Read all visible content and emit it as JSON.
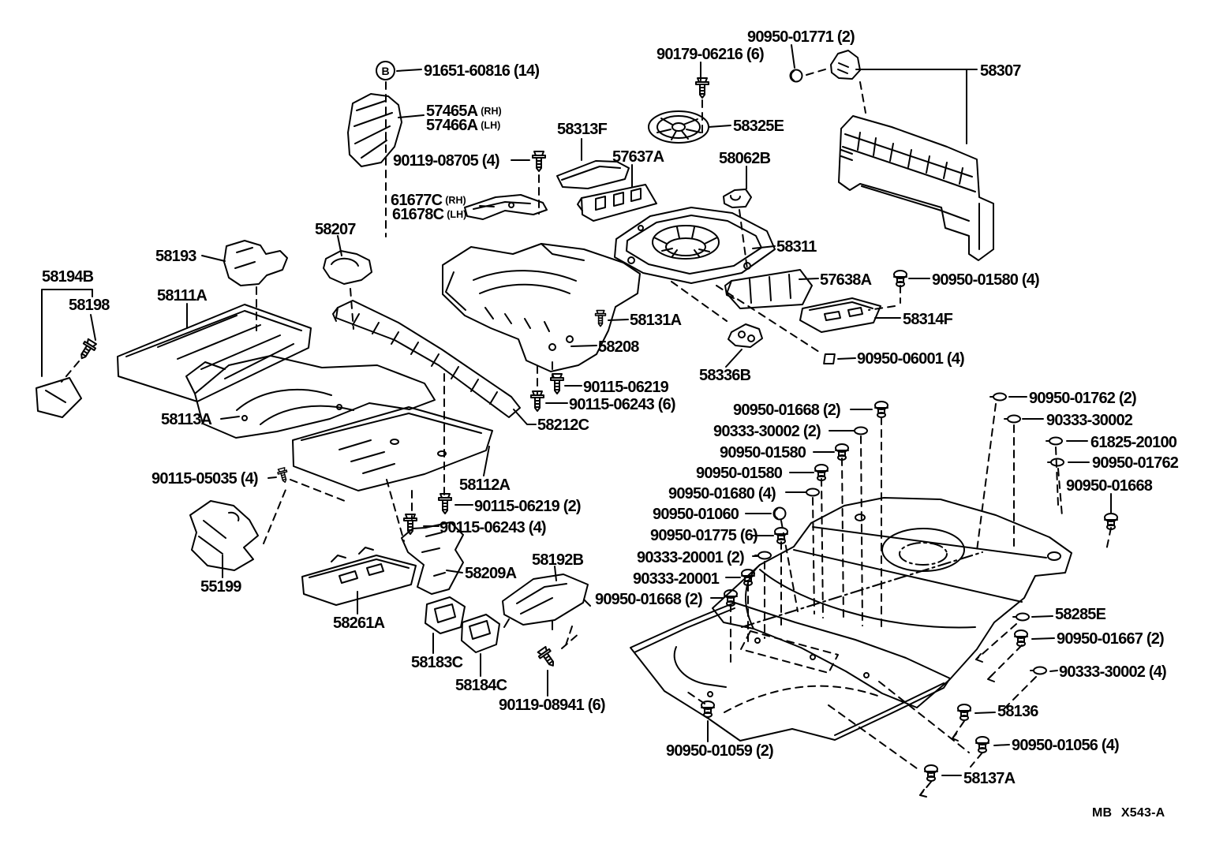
{
  "footer": {
    "code": "MB X543-A"
  },
  "marker": {
    "text": "B"
  },
  "colors": {
    "ink": "#000000",
    "paper": "#ffffff"
  },
  "callouts": {
    "b91651": {
      "text": "91651-60816 (14)"
    },
    "p57465": {
      "text": "57465A",
      "suffix": "(RH)"
    },
    "p57466": {
      "text": "57466A",
      "suffix": "(LH)"
    },
    "f08705": {
      "text": "90119-08705 (4)"
    },
    "p61677": {
      "text": "61677C",
      "suffix": "(RH)"
    },
    "p61678": {
      "text": "61678C",
      "suffix": "(LH)"
    },
    "p58313f": {
      "text": "58313F"
    },
    "p57637a": {
      "text": "57637A"
    },
    "f90179": {
      "text": "90179-06216 (6)"
    },
    "f01771": {
      "text": "90950-01771 (2)"
    },
    "p58307": {
      "text": "58307"
    },
    "p58325e": {
      "text": "58325E"
    },
    "p58062b": {
      "text": "58062B"
    },
    "p58311": {
      "text": "58311"
    },
    "p57638a": {
      "text": "57638A"
    },
    "f01580a": {
      "text": "90950-01580 (4)"
    },
    "p58314f": {
      "text": "58314F"
    },
    "p58131a": {
      "text": "58131A"
    },
    "p58208": {
      "text": "58208"
    },
    "f06001": {
      "text": "90950-06001 (4)"
    },
    "p58336b": {
      "text": "58336B"
    },
    "f06219a": {
      "text": "90115-06219"
    },
    "f06243a": {
      "text": "90115-06243 (6)"
    },
    "p58212c": {
      "text": "58212C"
    },
    "p58193": {
      "text": "58193"
    },
    "p58207": {
      "text": "58207"
    },
    "p58194b": {
      "text": "58194B"
    },
    "p58198": {
      "text": "58198"
    },
    "p58111a": {
      "text": "58111A"
    },
    "p58113a": {
      "text": "58113A"
    },
    "f05035": {
      "text": "90115-05035 (4)"
    },
    "p58112a": {
      "text": "58112A"
    },
    "f06219b": {
      "text": "90115-06219 (2)"
    },
    "f06243b": {
      "text": "90115-06243 (4)"
    },
    "p55199": {
      "text": "55199"
    },
    "p58209a": {
      "text": "58209A"
    },
    "p58192b": {
      "text": "58192B"
    },
    "p58261a": {
      "text": "58261A"
    },
    "p58183c": {
      "text": "58183C"
    },
    "p58184c": {
      "text": "58184C"
    },
    "f08941": {
      "text": "90119-08941 (6)"
    },
    "f01668a": {
      "text": "90950-01668 (2)"
    },
    "f30002a": {
      "text": "90333-30002 (2)"
    },
    "f01580b": {
      "text": "90950-01580"
    },
    "f01580c": {
      "text": "90950-01580"
    },
    "f01680": {
      "text": "90950-01680 (4)"
    },
    "f01060": {
      "text": "90950-01060"
    },
    "f01775": {
      "text": "90950-01775 (6)"
    },
    "f20001a": {
      "text": "90333-20001 (2)"
    },
    "f20001b": {
      "text": "90333-20001"
    },
    "f01668b": {
      "text": "90950-01668 (2)"
    },
    "f01762a": {
      "text": "90950-01762 (2)"
    },
    "f30002b": {
      "text": "90333-30002"
    },
    "f61825": {
      "text": "61825-20100"
    },
    "f01762b": {
      "text": "90950-01762"
    },
    "f01668c": {
      "text": "90950-01668"
    },
    "p58285e": {
      "text": "58285E"
    },
    "f01667": {
      "text": "90950-01667 (2)"
    },
    "f30002c": {
      "text": "90333-30002 (4)"
    },
    "p58136": {
      "text": "58136"
    },
    "f01056": {
      "text": "90950-01056 (4)"
    },
    "p58137a": {
      "text": "58137A"
    },
    "f01059": {
      "text": "90950-01059 (2)"
    }
  }
}
